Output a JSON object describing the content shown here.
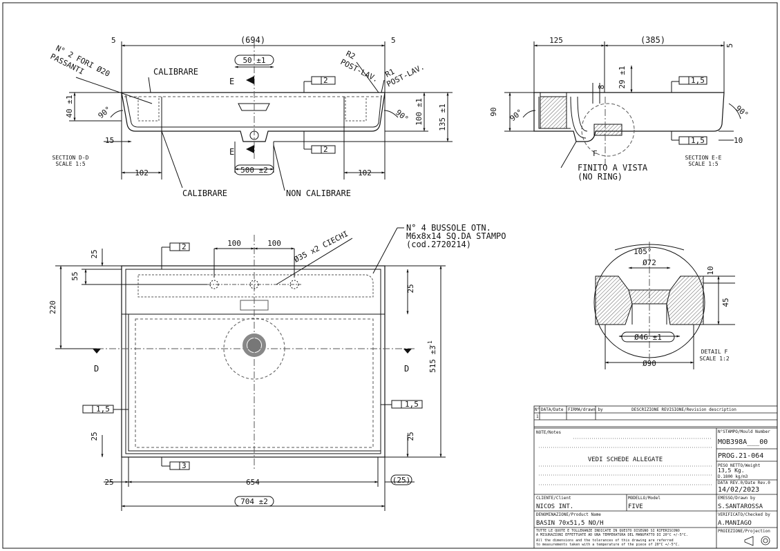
{
  "drawing": {
    "section_dd": {
      "title": "SECTION D-D",
      "scale": "SCALE 1:5",
      "dims": {
        "overall_width": "(694)",
        "left_edge": "5",
        "right_edge": "5",
        "hole_spacing": "50 ±1",
        "rim_height": "40 ±1",
        "left_offset": "15",
        "inner_height": "100 ±1",
        "total_height": "135 ±1",
        "left_102": "102",
        "right_102": "102",
        "center_500": "500 ±2",
        "angle_left": "90°",
        "angle_right": "90°",
        "flat_tol_top": "2",
        "flat_tol_bottom": "2"
      },
      "labels": {
        "holes_line1": "N° 2 FORI Ø20",
        "holes_line2": "PASSANTI",
        "calibrare_top": "CALIBRARE",
        "calibrare_bottom": "CALIBRARE",
        "non_calibrare": "NON CALIBRARE",
        "r2_line1": "R2",
        "r2_line2": "POST-LAV.",
        "r1_line1": "R1",
        "r1_line2": "POST-LAV.",
        "section_letter": "E"
      }
    },
    "section_ee": {
      "title": "SECTION E-E",
      "scale": "SCALE 1:5",
      "dims": {
        "left_125": "125",
        "overall": "(385)",
        "right_5": "5",
        "dim_8": "8",
        "dim_29": "29 ±1",
        "height_90": "90",
        "angle_left": "90°",
        "angle_right": "90°",
        "flat_top": "1,5",
        "flat_bottom": "1,5",
        "right_10": "10"
      },
      "labels": {
        "finito_line1": "FINITO A VISTA",
        "finito_line2": "(NO RING)",
        "detail_letter": "F"
      }
    },
    "plan_view": {
      "dims": {
        "top_100_a": "100",
        "top_100_b": "100",
        "holes": "Ø35 x2 CIECHI",
        "left_25_top": "25",
        "left_55": "55",
        "left_220": "220",
        "right_25_top": "25",
        "right_515": "515 ±3",
        "right_515_sub": "-1",
        "left_25_bottom": "25",
        "right_25_bottom": "25",
        "bottom_25": "25",
        "bottom_654": "654",
        "bottom_25_right": "(25)",
        "bottom_704": "704 ±2",
        "flat_top": "2",
        "flat_left": "1,5",
        "flat_right": "1,5",
        "flat_bottom": "3"
      },
      "labels": {
        "bussole_line1": "N° 4 BUSSOLE OTN.",
        "bussole_line2": "M6x8x14 SQ.DA STAMPO",
        "bussole_line3": "(cod.2720214)",
        "section_left": "D",
        "section_right": "D"
      }
    },
    "detail_f": {
      "title": "DETAIL F",
      "scale": "SCALE 1:2",
      "dims": {
        "angle": "105°",
        "dia_72": "Ø72",
        "dim_10": "10",
        "dim_45": "45",
        "dia_46": "Ø46 ±1",
        "dia_90": "Ø90"
      }
    }
  },
  "title_block": {
    "revision_header": {
      "num": "N°",
      "date": "DATA/Date",
      "signature": "FIRMA/drawn by",
      "description": "DESCRIZIONE REVISIONE/Revision description",
      "row_num": "1"
    },
    "notes_label": "NOTE/Notes",
    "notes_text": "VEDI SCHEDE ALLEGATE",
    "mould_label": "N°STAMPO/Mould Number",
    "mould_value": "MOB398A___00",
    "prog_value": "PROG.21-064",
    "weight_label": "PESO NETTO/Weight",
    "weight_value": "13,5 Kg.",
    "density_value": "D.1800 kg/m3",
    "rev_date_label": "DATA REV.0/Date Rev.0",
    "rev_date_value": "14/02/2023",
    "client_label": "CLIENTE/Client",
    "client_value": "NICOS INT.",
    "model_label": "MODELLO/Model",
    "model_value": "FIVE",
    "drawn_label": "EMESSO/Drawn by",
    "drawn_value": "S.SANTAROSSA",
    "product_label": "DENOMINAZIONE/Product Name",
    "product_value": "BASIN 70x51,5 NO/H",
    "checked_label": "VERIFICATO/Checked by",
    "checked_value": "A.MANIAGO",
    "tolerance_it_1": "TUTTE LE QUOTE E TOLLERANZE INDICATE IN QUESTO DISEGNO SI RIFERISCONO",
    "tolerance_it_2": "A MISURAZIONI EFFETTUATE AD UNA TEMPERATURA DEL MANUFATTO DI 20°C +/-5°C.",
    "tolerance_en_1": "All the dimensions and the tolerances of this drawing are referred",
    "tolerance_en_2": "to measurements taken with a temperature of the piece of 20°C +/-5°C.",
    "projection_label": "PROIEZIONE/Projection"
  },
  "colors": {
    "line": "#1a1a1a",
    "hidden": "#555555",
    "hatch": "#333333",
    "drain": "#888888"
  }
}
